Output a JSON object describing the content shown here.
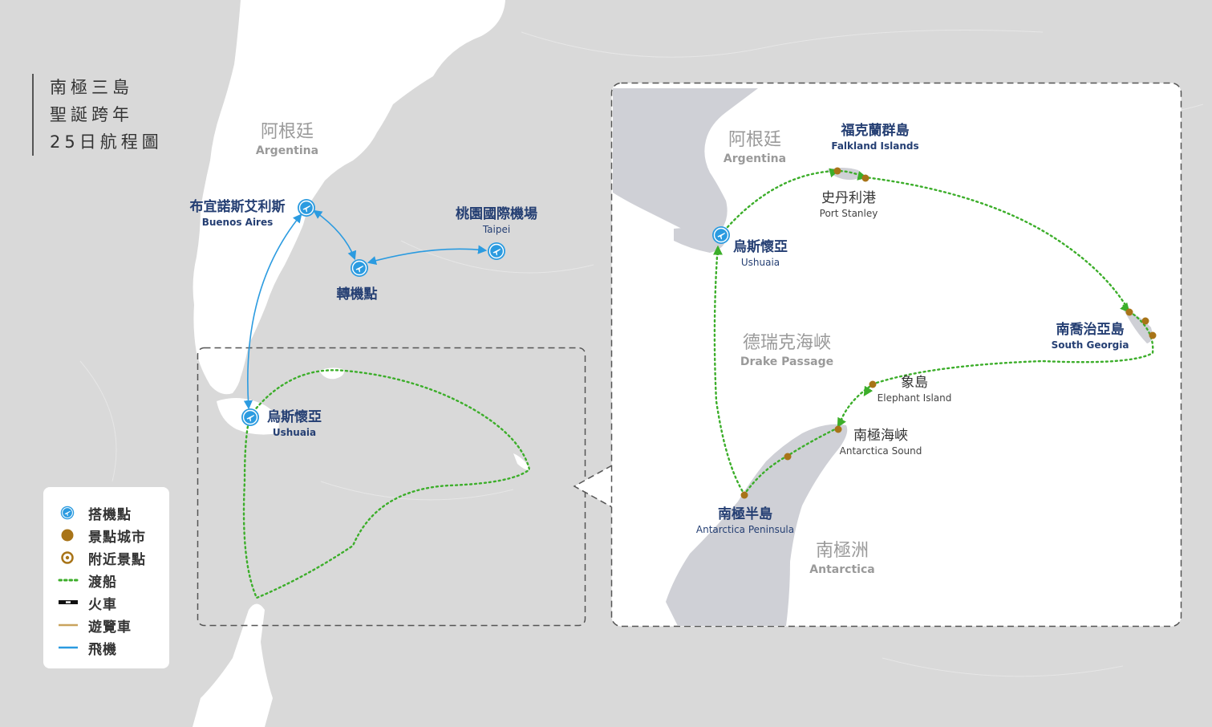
{
  "title": {
    "lines": [
      "南極三島",
      "聖誕跨年",
      "25日航程圖"
    ]
  },
  "labels": {
    "argentina_main": {
      "zh": "阿根廷",
      "en": "Argentina"
    },
    "buenos_aires": {
      "zh": "布宜諾斯艾利斯",
      "en": "Buenos Aires"
    },
    "taipei": {
      "zh": "桃園國際機場",
      "en": "Taipei"
    },
    "transfer": {
      "zh": "轉機點"
    },
    "ushuaia_main": {
      "zh": "烏斯懷亞",
      "en": "Ushuaia"
    },
    "argentina_inset": {
      "zh": "阿根廷",
      "en": "Argentina"
    },
    "falkland": {
      "zh": "福克蘭群島",
      "en": "Falkland Islands"
    },
    "port_stanley": {
      "zh": "史丹利港",
      "en": "Port Stanley"
    },
    "ushuaia_inset": {
      "zh": "烏斯懷亞",
      "en": "Ushuaia"
    },
    "south_georgia": {
      "zh": "南喬治亞島",
      "en": "South Georgia"
    },
    "drake": {
      "zh": "德瑞克海峽",
      "en": "Drake Passage"
    },
    "elephant": {
      "zh": "象島",
      "en": "Elephant Island"
    },
    "antarctic_sound": {
      "zh": "南極海峽",
      "en": "Antarctica Sound"
    },
    "peninsula": {
      "zh": "南極半島",
      "en": "Antarctica Peninsula"
    },
    "antarctica": {
      "zh": "南極洲",
      "en": "Antarctica"
    }
  },
  "legend": [
    {
      "label": "搭機點",
      "icon": "airport-icon"
    },
    {
      "label": "景點城市",
      "icon": "city-dot-icon"
    },
    {
      "label": "附近景點",
      "icon": "nearby-ring-icon"
    },
    {
      "label": "渡船",
      "icon": "ferry-line-icon"
    },
    {
      "label": "火車",
      "icon": "train-line-icon"
    },
    {
      "label": "遊覽車",
      "icon": "bus-line-icon"
    },
    {
      "label": "飛機",
      "icon": "flight-line-icon"
    }
  ],
  "colors": {
    "land": "#ffffff",
    "sea": "#d9d9d9",
    "flight": "#2b9be0",
    "ferry": "#3cae2a",
    "city": "#a87418",
    "label_blue": "#253f73",
    "bus": "#c9a35d",
    "train": "#111111"
  }
}
